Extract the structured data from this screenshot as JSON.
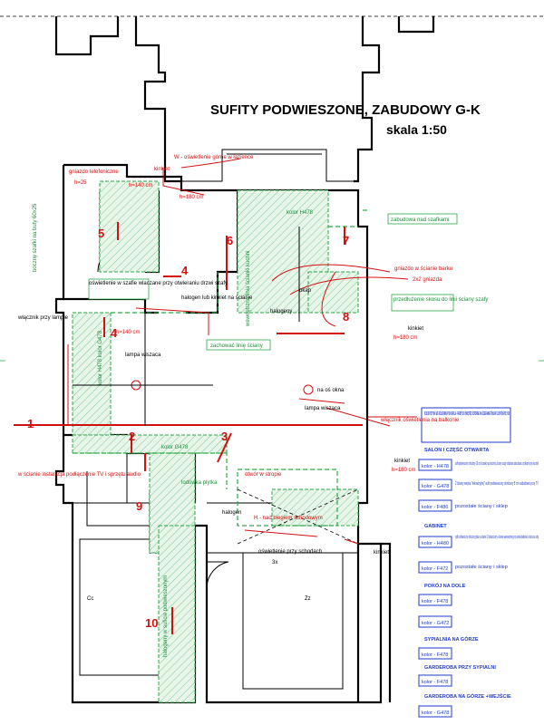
{
  "title": "SUFITY PODWIESZONE, ZABUDOWY G-K",
  "scale": "skala 1:50",
  "ceiling_labels": {
    "color_h478": "kolor H478",
    "color_g478": "kolor G478",
    "color_h478_g478_vertical": "kolor H478 kolor G478",
    "building_note": "zabudowa nad szafkami",
    "leave_line": "zachować linię ściany",
    "extend_line": "przedłużenie skosu do linii ściany szafy",
    "interior_line": "wewnętrzna linia ścianki kuchni",
    "stair_opening": "otwór w stropie",
    "over_stairs": "H - nad biegiem schodowym",
    "stair_light": "oświetlenie przy schodach",
    "stair_light_count": "3x",
    "halogen_1": "halogen lub kinkiet na ścianie",
    "halogen_2": "halogeny",
    "halogen_3": "halogen",
    "lamp_1": "lampa wiszaca",
    "lamp_2": "lampa wiszaca",
    "window_axis": "na oś okna",
    "suspended_ceiling_note": "oświetlenie w szafie wlaczane przy otwieraniu drzwi szafy",
    "tv_note": "w ścianie instalacja podłączenie TV i sprzętu audio",
    "wardrobe_light": "kinkiet",
    "balcony_socket": "gniazdo w ścianie barku",
    "two_sockets": "2x2 gniazda",
    "phone_socket": "gniazdo telefoniczne",
    "lamp_switch": "włącznik przy lampie",
    "balcony_switch": "włącznik oświetlenia na balkonie",
    "sideboard": "lodówka plytka",
    "bathroom_top_light": "W - oświetlenie górne w łazience",
    "closet_halogens": "halogeny w suficie podwieszonym",
    "closet_vertical": "boczny szafki na buty 60x25",
    "kinkiet_1": "kinkiet",
    "kinkiet_2": "kinkiet",
    "kinkiet_3": "kinkiet",
    "kinkiet_4": "kinkiet",
    "h_180": "h=180 cm",
    "h_180b": "h=180 cm",
    "h_180c": "h=180 cm",
    "h_140": "h=140 cm",
    "h_140b": "h=140 cm",
    "h_25": "h=25",
    "cc": "Cc",
    "zz": "Zz",
    "okap": "okap"
  },
  "section_numbers": [
    "1",
    "2",
    "3",
    "4",
    "4",
    "5",
    "6",
    "7",
    "8",
    "9",
    "10"
  ],
  "legend": {
    "header": "KOLORYSTYKA WG KOLORNIKA TIKKURILA - FARBY DO WNĘTRZ ODPORNE NA ŚCIERANIE PÓŁMAT LUB PÓŁPOŁYSK",
    "sections": [
      {
        "title": "SALON I CZĘŚĆ OTWARTA",
        "entries": [
          {
            "code": "kolor - H478",
            "desc": "sufit podwieszony obniżony 10 cm (ścianki nad kuchnią, ściany szafy obudowa zabudowa z półkami przy kuchni)"
          },
          {
            "code": "kolor - G478",
            "desc": "2 ściany wnęka \"telewizyjnej\" sufit podwieszony obniżony 8 cm zabudowa przy TV"
          },
          {
            "code": "kolor - F486",
            "desc": "pozostałe ściany i sklep"
          }
        ]
      },
      {
        "title": "GABINET",
        "entries": [
          {
            "code": "kolor - H480",
            "desc": "sufit podwieszony obniżony płyta na ścianie (2 płaszczyzny -ścianie wewnętrznej przy oknie/balkonie) ściana za sofą"
          },
          {
            "code": "kolor - F472",
            "desc": "pozostałe ściany i sklep"
          }
        ]
      },
      {
        "title": "POKÓJ NA DOLE",
        "entries": [
          {
            "code": "kolor - F478",
            "desc": ""
          },
          {
            "code": "kolor - G472",
            "desc": ""
          }
        ]
      },
      {
        "title": "SYPIALNIA NA GÓRZE",
        "entries": [
          {
            "code": "kolor - F478",
            "desc": ""
          }
        ]
      },
      {
        "title": "GARDEROBA PRZY SYPIALNI",
        "entries": [
          {
            "code": "kolor - F478",
            "desc": ""
          }
        ]
      },
      {
        "title": "GARDEROBA NA GÓRZE +WEJŚCIE",
        "entries": [
          {
            "code": "kolor - G478",
            "desc": ""
          }
        ]
      }
    ]
  },
  "colors": {
    "red": "#d31010",
    "green": "#2aa84a",
    "blue": "#1f3cc9",
    "wall": "#000000"
  }
}
